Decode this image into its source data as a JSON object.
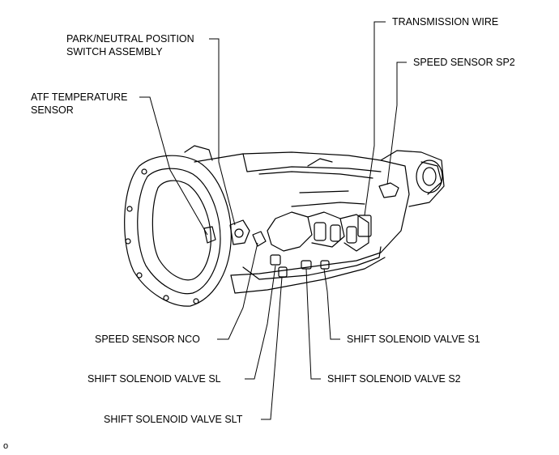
{
  "labels": {
    "park_neutral": [
      "PARK/NEUTRAL POSITION",
      "SWITCH ASSEMBLY"
    ],
    "atf_temperature": [
      "ATF TEMPERATURE",
      "SENSOR"
    ],
    "transmission_wire": "TRANSMISSION WIRE",
    "speed_sensor_sp2": "SPEED SENSOR SP2",
    "speed_sensor_nco": "SPEED SENSOR NCO",
    "shift_solenoid_sl": "SHIFT SOLENOID VALVE SL",
    "shift_solenoid_slt": "SHIFT SOLENOID VALVE SLT",
    "shift_solenoid_s1": "SHIFT SOLENOID VALVE S1",
    "shift_solenoid_s2": "SHIFT SOLENOID VALVE S2",
    "figure_code": "o"
  }
}
